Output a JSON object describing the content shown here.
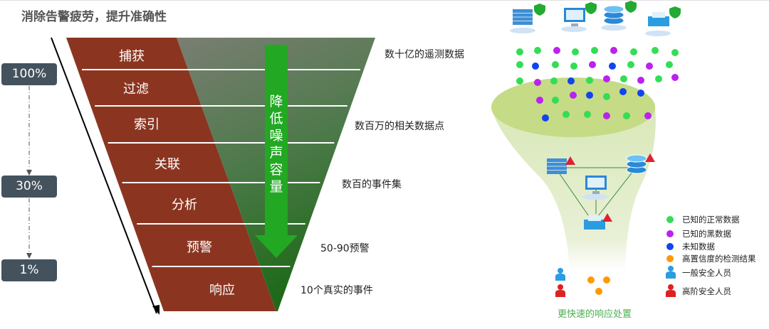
{
  "title": "消除告警疲劳，提升准确性",
  "percentages": [
    "100%",
    "30%",
    "1%"
  ],
  "stages": [
    "捕获",
    "过滤",
    "索引",
    "关联",
    "分析",
    "预警",
    "响应"
  ],
  "descriptions": [
    "数十亿的遥测数据",
    "数百万的相关数据点",
    "数百的事件集",
    "50-90预警",
    "10个真实的事件"
  ],
  "arrow_text": "降低噪声容量",
  "legend": [
    {
      "label": "已知的正常数据",
      "color": "#33dd55"
    },
    {
      "label": "已知的黑数据",
      "color": "#bb22ee"
    },
    {
      "label": "未知数据",
      "color": "#1144ee"
    },
    {
      "label": "高置信度的检测结果",
      "color": "#ff9900"
    },
    {
      "label": "一般安全人员",
      "color": "#2a9de0"
    },
    {
      "label": "高阶安全人员",
      "color": "#dd2222"
    }
  ],
  "footer": "更快速的响应处置"
}
